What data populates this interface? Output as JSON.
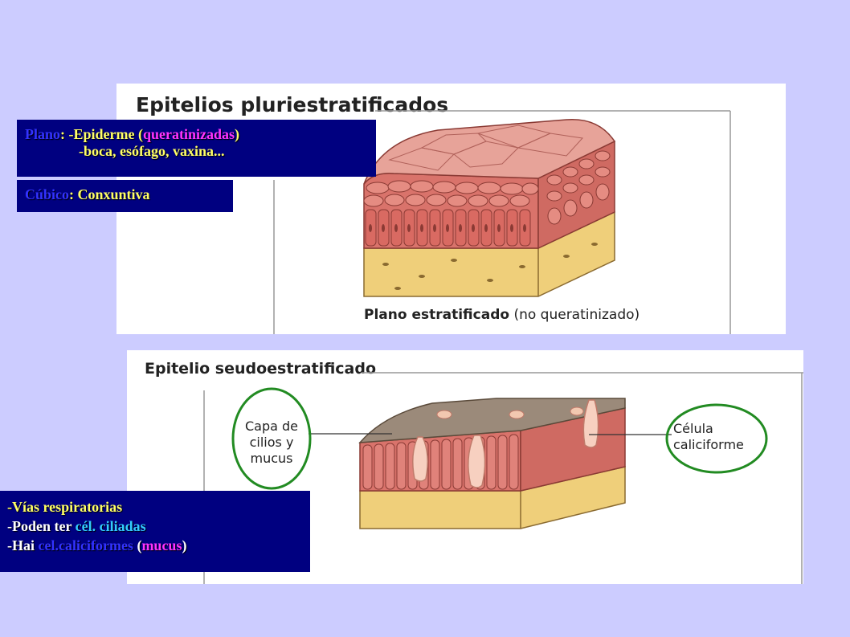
{
  "top_figure": {
    "title": "Epitelios pluriestratificados",
    "caption_bold": "Plano estratificado",
    "caption_normal": "(no queratinizado)"
  },
  "bottom_figure": {
    "title": "Epitelio seudoestratificado",
    "label_left": [
      "Capa de",
      "cilios y",
      "mucus"
    ],
    "label_right": [
      "Célula",
      "caliciforme"
    ],
    "circle_color": "#228b22"
  },
  "annotation_plano": {
    "line1": {
      "term": "Plano",
      "sep": ": -Epiderme (",
      "highlight": "queratinizadas",
      "end": ")"
    },
    "line2": "-boca, esófago, vaxina..."
  },
  "annotation_cubico": {
    "term": "Cúbico",
    "rest": ": Conxuntiva"
  },
  "annotation_vias": {
    "line1": "-Vías respiratorias",
    "line2": {
      "pre": "-Poden ter ",
      "highlight": "cél. ciliadas"
    },
    "line3": {
      "pre": "-Hai ",
      "highlight1": "cel.caliciformes",
      "mid": " (",
      "highlight2": "mucus",
      "end": ")"
    }
  },
  "colors": {
    "background": "#ccccff",
    "annotation_bg": "#000080",
    "epithelium": "#d9736b",
    "connective": "#efcf7a",
    "mucus": "#9b8a7a"
  }
}
